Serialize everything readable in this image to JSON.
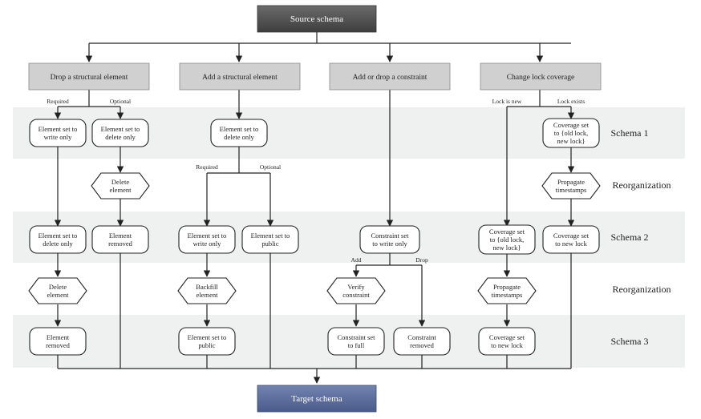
{
  "source": "Source schema",
  "target": "Target schema",
  "columns": [
    "Drop a structural element",
    "Add a structural element",
    "Add or drop a constraint",
    "Change lock coverage"
  ],
  "rows": [
    "Schema 1",
    "Reorganization",
    "Schema 2",
    "Reorganization",
    "Schema 3"
  ],
  "branch_labels": {
    "required": "Required",
    "optional": "Optional",
    "required2": "Required",
    "optional2": "Optional",
    "add": "Add",
    "drop": "Drop",
    "lock_is_new": "Lock is new",
    "lock_exists": "Lock exists"
  },
  "nodes": {
    "c1_write_only": [
      "Element set to",
      "write only"
    ],
    "c1_delete_only": [
      "Element set to",
      "delete only"
    ],
    "c1_delete_element_opt": [
      "Delete",
      "element"
    ],
    "c1_delete_only_req": [
      "Element set to",
      "delete only"
    ],
    "c1_removed_opt": [
      "Element",
      "removed"
    ],
    "c1_delete_element_req": [
      "Delete",
      "element"
    ],
    "c1_removed_req": [
      "Element",
      "removed"
    ],
    "c2_delete_only": [
      "Element set to",
      "delete only"
    ],
    "c2_write_only": [
      "Element set to",
      "write only"
    ],
    "c2_public_opt": [
      "Element set to",
      "public"
    ],
    "c2_backfill": [
      "Backfill",
      "element"
    ],
    "c2_public_req": [
      "Element set to",
      "public"
    ],
    "c3_write_only": [
      "Constraint set",
      "to write only"
    ],
    "c3_verify": [
      "Verify",
      "constraint"
    ],
    "c3_full": [
      "Constraint set",
      "to full"
    ],
    "c3_removed": [
      "Constraint",
      "removed"
    ],
    "c4_cov_old_new": [
      "Coverage set",
      "to {old lock,",
      "new lock}"
    ],
    "c4_propagate1": [
      "Propagate",
      "timestamps"
    ],
    "c4_cov_new": [
      "Coverage set",
      "to new lock"
    ],
    "c4_cov_old_new2": [
      "Coverage set",
      "to {old lock,",
      "new lock}"
    ],
    "c4_propagate2": [
      "Propagate",
      "timestamps"
    ],
    "c4_cov_new2": [
      "Coverage set",
      "to new lock"
    ]
  },
  "colors": {
    "band": "#eff0f0",
    "header_fill": "#d0d0d0",
    "source_fill": "#525252",
    "target_fill": "#5a6a9a"
  }
}
